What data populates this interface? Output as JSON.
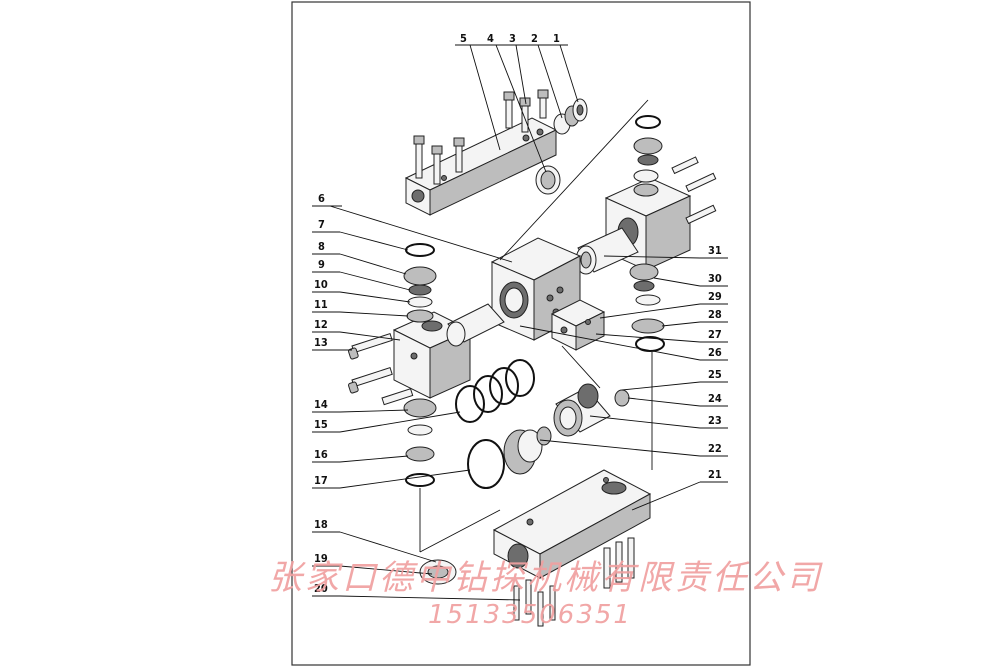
{
  "watermark": {
    "company": "张家口德中钻探机械有限责任公司",
    "phone": "15133506351"
  },
  "part_numbers": [
    "1",
    "2",
    "3",
    "4",
    "5",
    "6",
    "7",
    "8",
    "9",
    "10",
    "11",
    "12",
    "13",
    "14",
    "15",
    "16",
    "17",
    "18",
    "19",
    "20",
    "21",
    "22",
    "23",
    "24",
    "25",
    "26",
    "27",
    "28",
    "29",
    "30",
    "31"
  ]
}
